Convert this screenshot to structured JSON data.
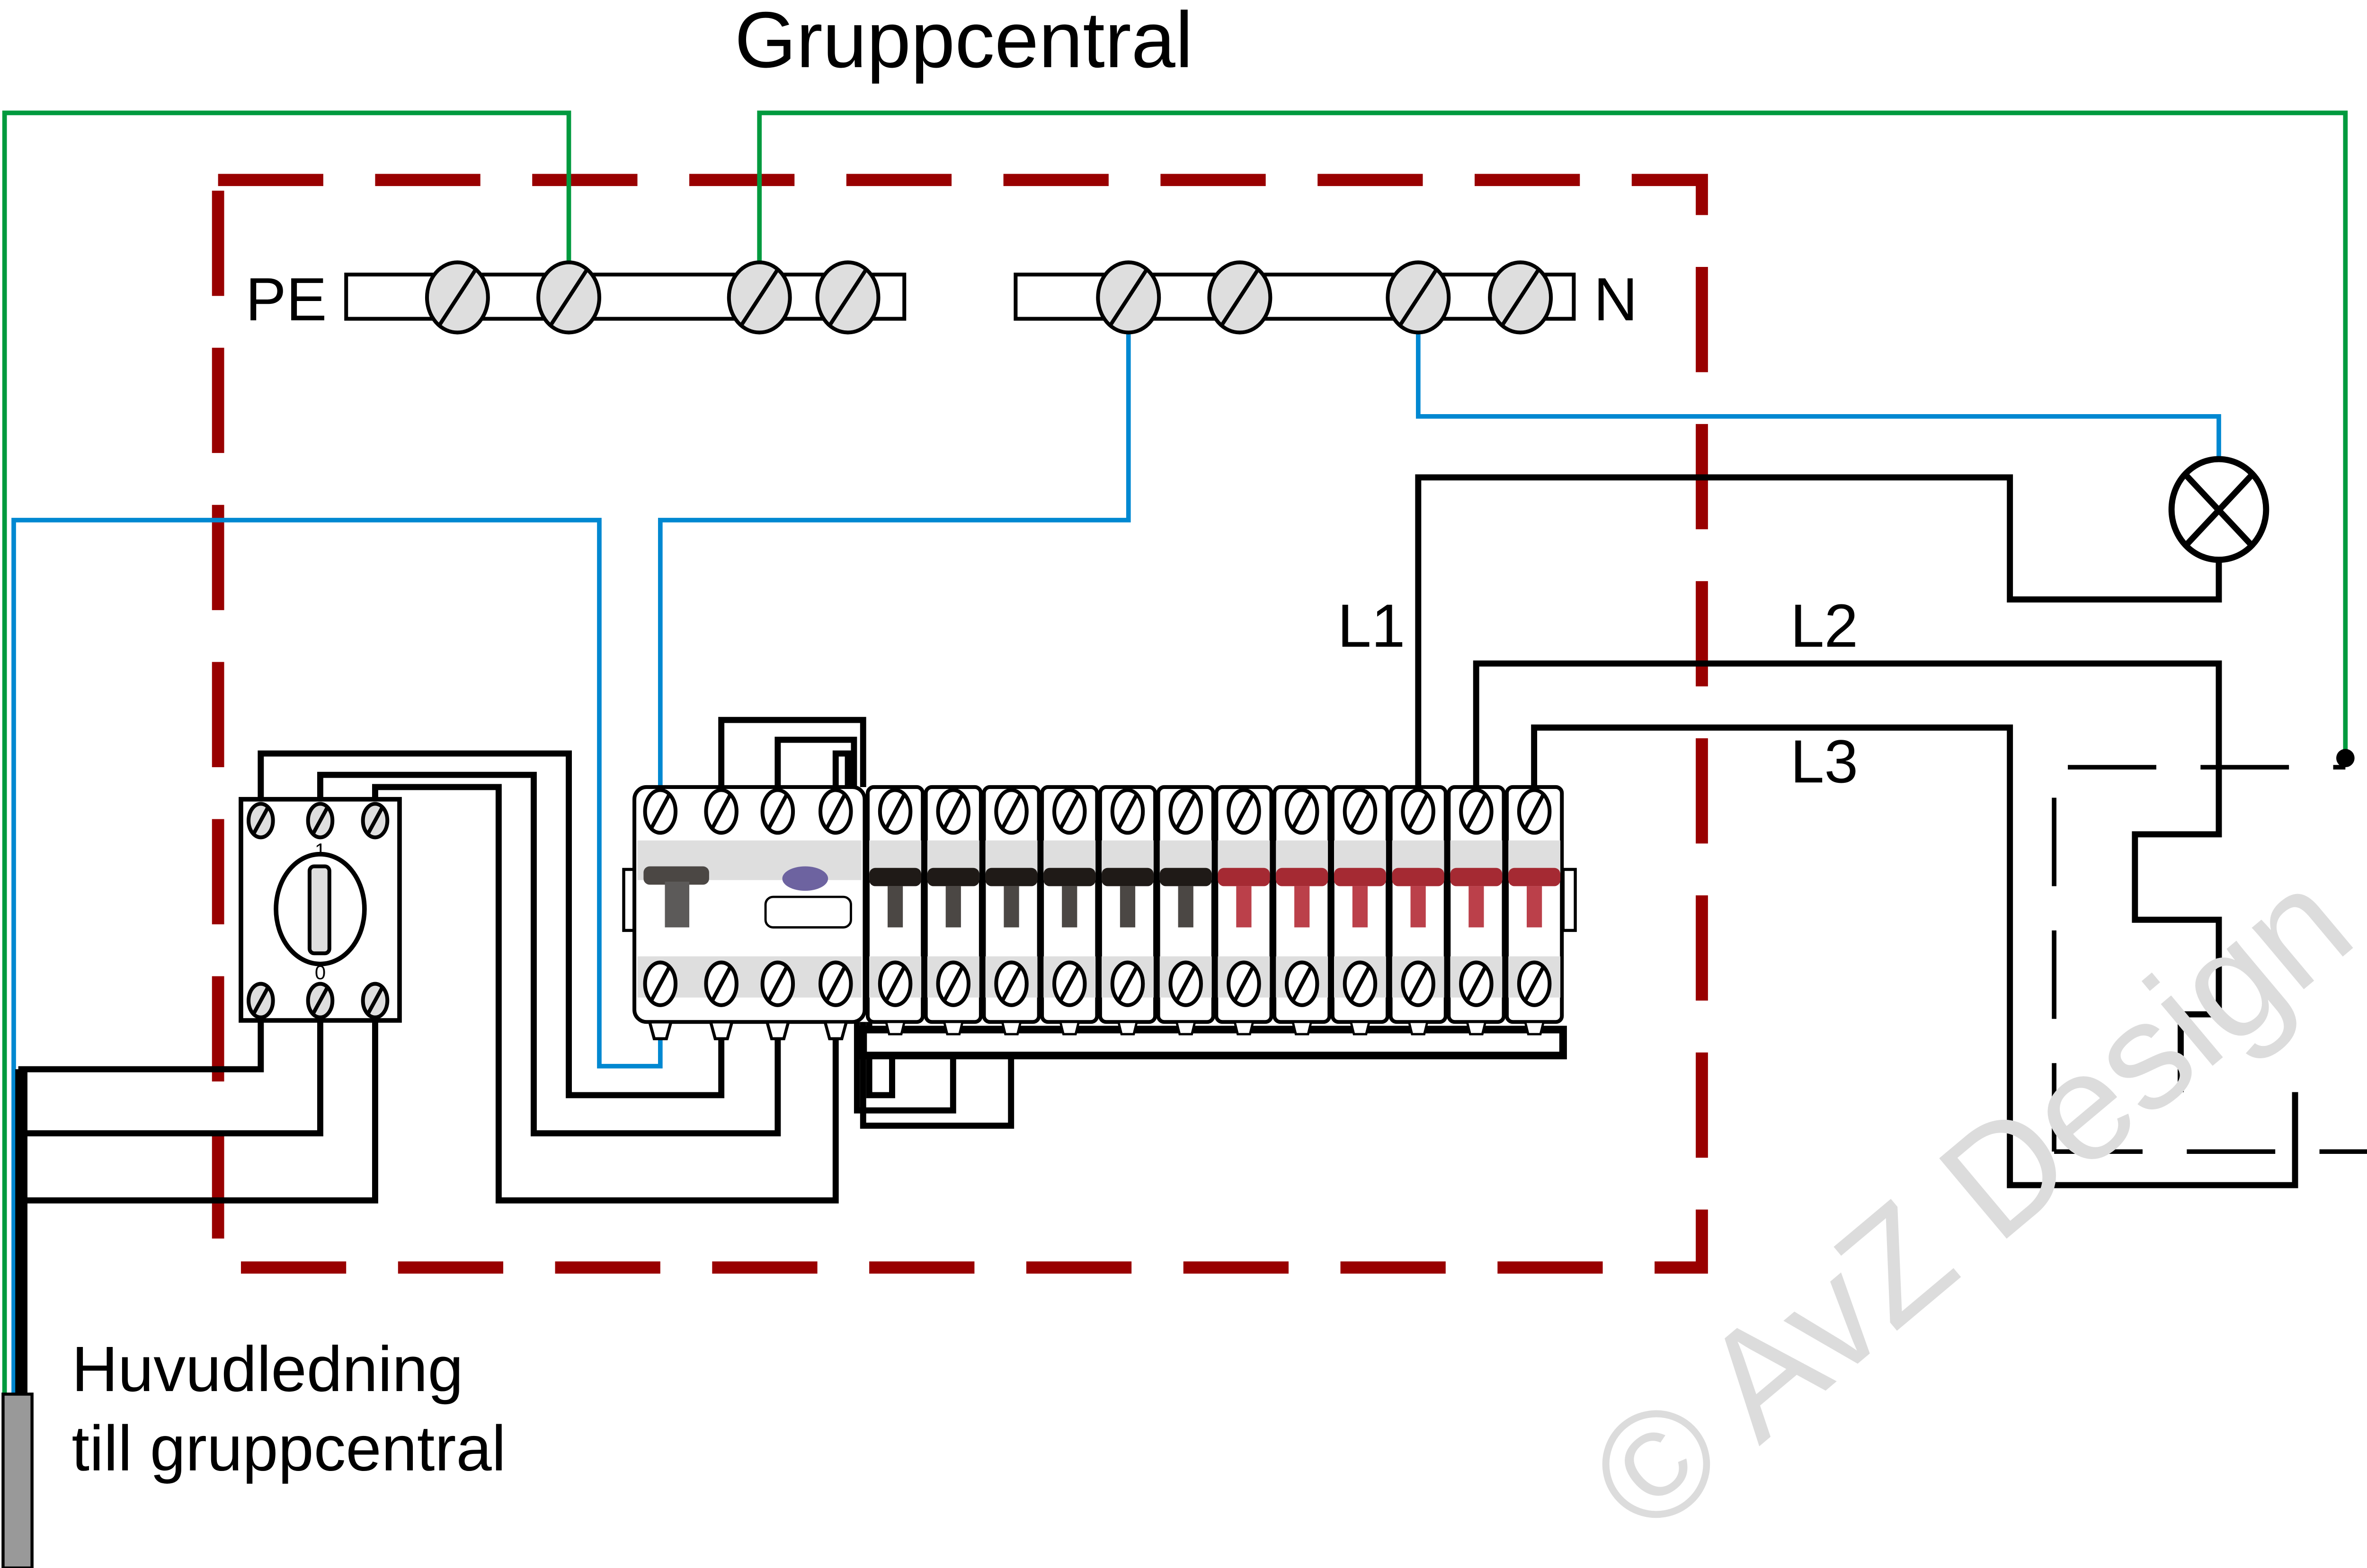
{
  "title": "Gruppcentral",
  "labels": {
    "pe_bar": "PE",
    "n_bar": "N",
    "phase_1": "L1",
    "phase_2": "L2",
    "phase_3": "L3",
    "main_switch_on": "1",
    "main_switch_off": "0",
    "feeder_line1": "Huvudledning",
    "feeder_line2": "till gruppcentral"
  },
  "watermark": "© AvZ Design",
  "components": {
    "pe_terminals": 4,
    "n_terminals": 4,
    "main_switch_poles": 3,
    "rcd_poles": 4,
    "mcb_black_count": 6,
    "mcb_red_count": 6
  },
  "colors": {
    "enclosure": "#990000",
    "protective_earth": "#009a3e",
    "neutral": "#0088d1",
    "phase": "#000000",
    "mcb_black_handle": "#1f1a17",
    "mcb_red_handle": "#a52a33",
    "rcd_test_button": "#6d63a0",
    "terminal_fill": "#dedede",
    "feeder_sheath": "#999999",
    "watermark": "#dcdcdc"
  }
}
